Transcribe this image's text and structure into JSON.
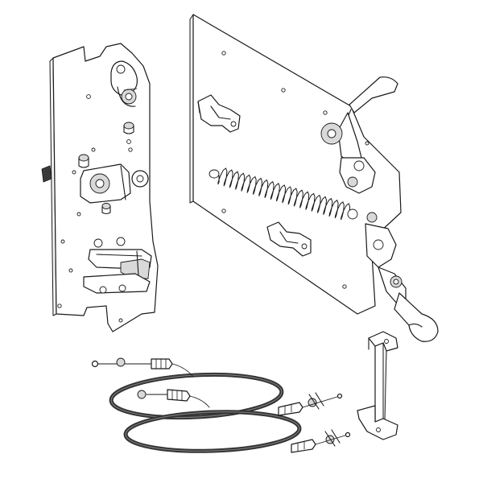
{
  "figure": {
    "background": "#ffffff",
    "line_color": "#1a1a1a",
    "cable_color": "#333333"
  },
  "components": [
    {
      "id": "left-mounting-plate",
      "kind": "vertical plate with cam, rollers and linkage"
    },
    {
      "id": "right-mounting-plate",
      "kind": "angled plate with tension spring, brackets and latch levers"
    },
    {
      "id": "bowden-cables",
      "kind": "two coiled cables with end fittings"
    },
    {
      "id": "u-bracket",
      "kind": "small formed bracket"
    }
  ]
}
